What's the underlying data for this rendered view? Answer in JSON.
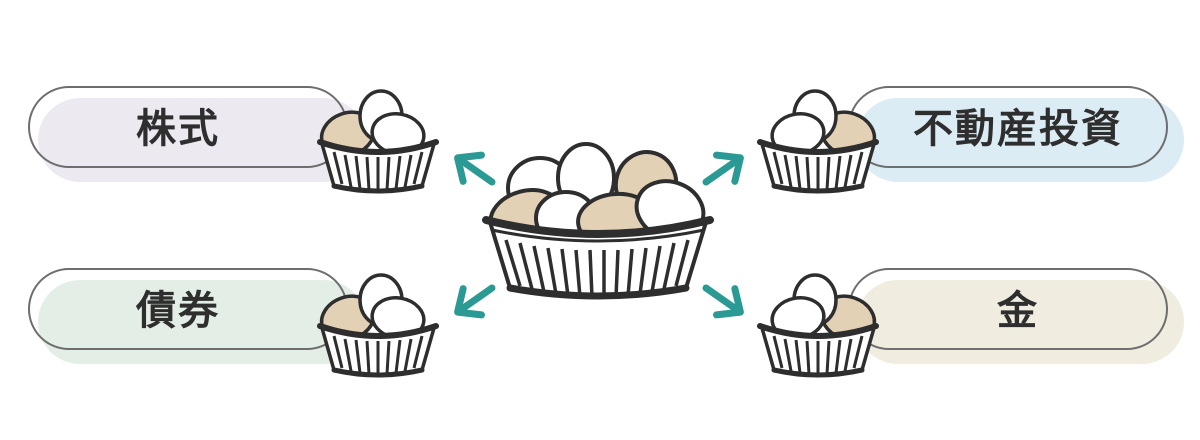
{
  "colors": {
    "outline": "#2e2e2e",
    "egg_beige": "#e3d1b6",
    "egg_white": "#ffffff",
    "arrow": "#2b9a94",
    "pill_border": "#6e6e6e",
    "stocks_shade": "#ede9f1",
    "bonds_shade": "#e3efe6",
    "real_estate_shade": "#dcecf4",
    "gold_shade": "#f0ece0"
  },
  "assets": [
    {
      "key": "stocks",
      "label": "株式",
      "icon": "egg-basket-icon"
    },
    {
      "key": "real_estate",
      "label": "不動産投資",
      "icon": "egg-basket-icon"
    },
    {
      "key": "bonds",
      "label": "債券",
      "icon": "egg-basket-icon"
    },
    {
      "key": "gold",
      "label": "金",
      "icon": "egg-basket-icon"
    }
  ],
  "center": {
    "icon": "egg-basket-icon"
  }
}
